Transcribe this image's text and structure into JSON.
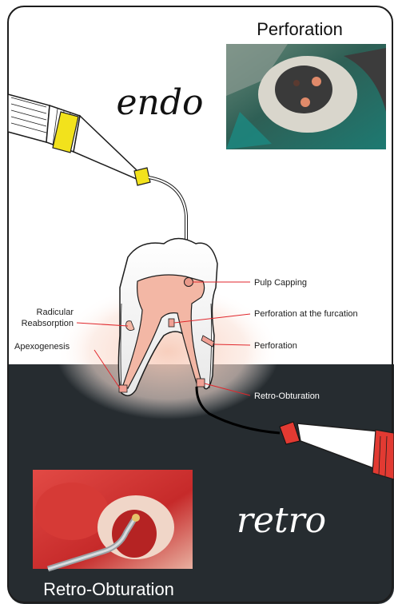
{
  "titles": {
    "perforation": "Perforation",
    "retro_obturation": "Retro-Obturation",
    "endo": "endo",
    "retro": "retro"
  },
  "labels": {
    "pulp_capping": "Pulp Capping",
    "perforation_furcation": "Perforation at the furcation",
    "perforation": "Perforation",
    "retro_obturation": "Retro-Obturation",
    "radicular_line1": "Radicular",
    "radicular_line2": "Reabsorption",
    "apexogenesis": "Apexogenesis"
  },
  "photos": {
    "top": "photo-perforation-clinical",
    "bottom": "photo-retro-obturation-clinical"
  },
  "colors": {
    "dark_panel": "#262c30",
    "pulp": "#f3b7a5",
    "leader": "#e0262b",
    "instrument_band": "#f2e21c",
    "instrument_band_red": "#e23a32"
  }
}
